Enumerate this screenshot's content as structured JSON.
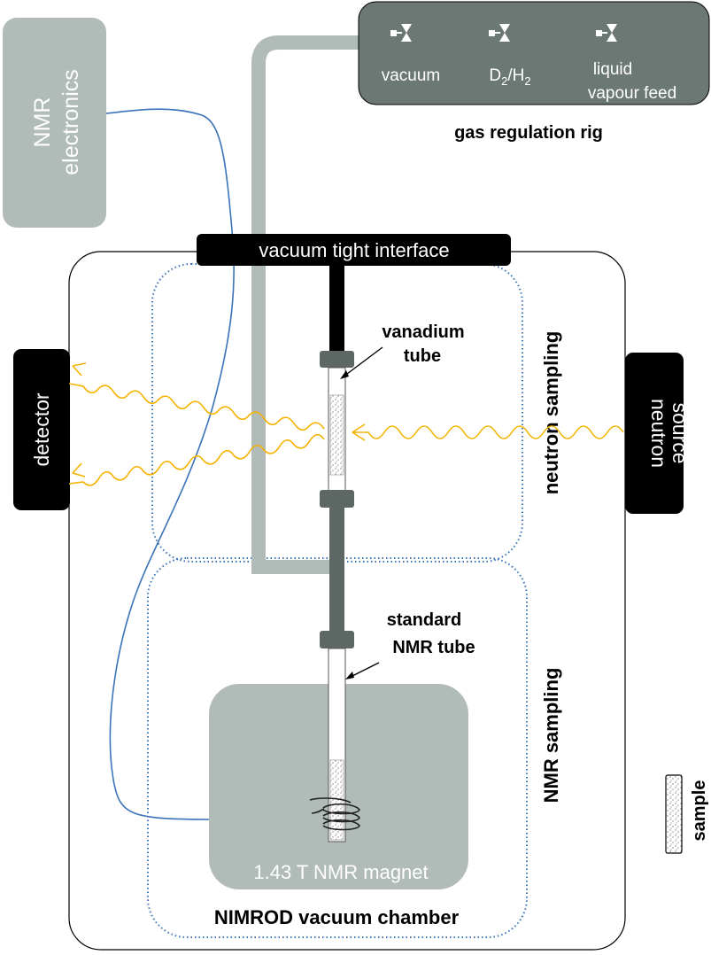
{
  "nmr_electronics": {
    "line1": "NMR",
    "line2": "electronics"
  },
  "gas_rig": {
    "title": "gas regulation rig",
    "valves": [
      {
        "label_line1": "vacuum",
        "label_line2": ""
      },
      {
        "label_main": "D",
        "sub1": "2",
        "slash": "/H",
        "sub2": "2"
      },
      {
        "label_line1": "liquid",
        "label_line2": "vapour feed"
      }
    ]
  },
  "interface_label": "vacuum tight interface",
  "detector_label": "detector",
  "neutron_source": {
    "line1": "neutron",
    "line2": "source"
  },
  "vanadium_tube": {
    "line1": "vanadium",
    "line2": "tube"
  },
  "standard_tube": {
    "line1": "standard",
    "line2": "NMR tube"
  },
  "neutron_sampling_label": "neutron sampling",
  "nmr_sampling_label": "NMR sampling",
  "magnet_label": "1.43 T NMR magnet",
  "chamber_label": "NIMROD vacuum chamber",
  "legend_sample_label": "sample",
  "colors": {
    "light_grey_box": "#b1bbb7",
    "dark_grey_box": "#6c7873",
    "pipe": "#b1bbb7",
    "black_box": "#000000",
    "cable": "#3b73b9",
    "neutron_wave": "#f5b300",
    "dotted_region": "#3b73b9",
    "magnet": "#b1bbb7",
    "tube_connector": "#5d6864"
  }
}
